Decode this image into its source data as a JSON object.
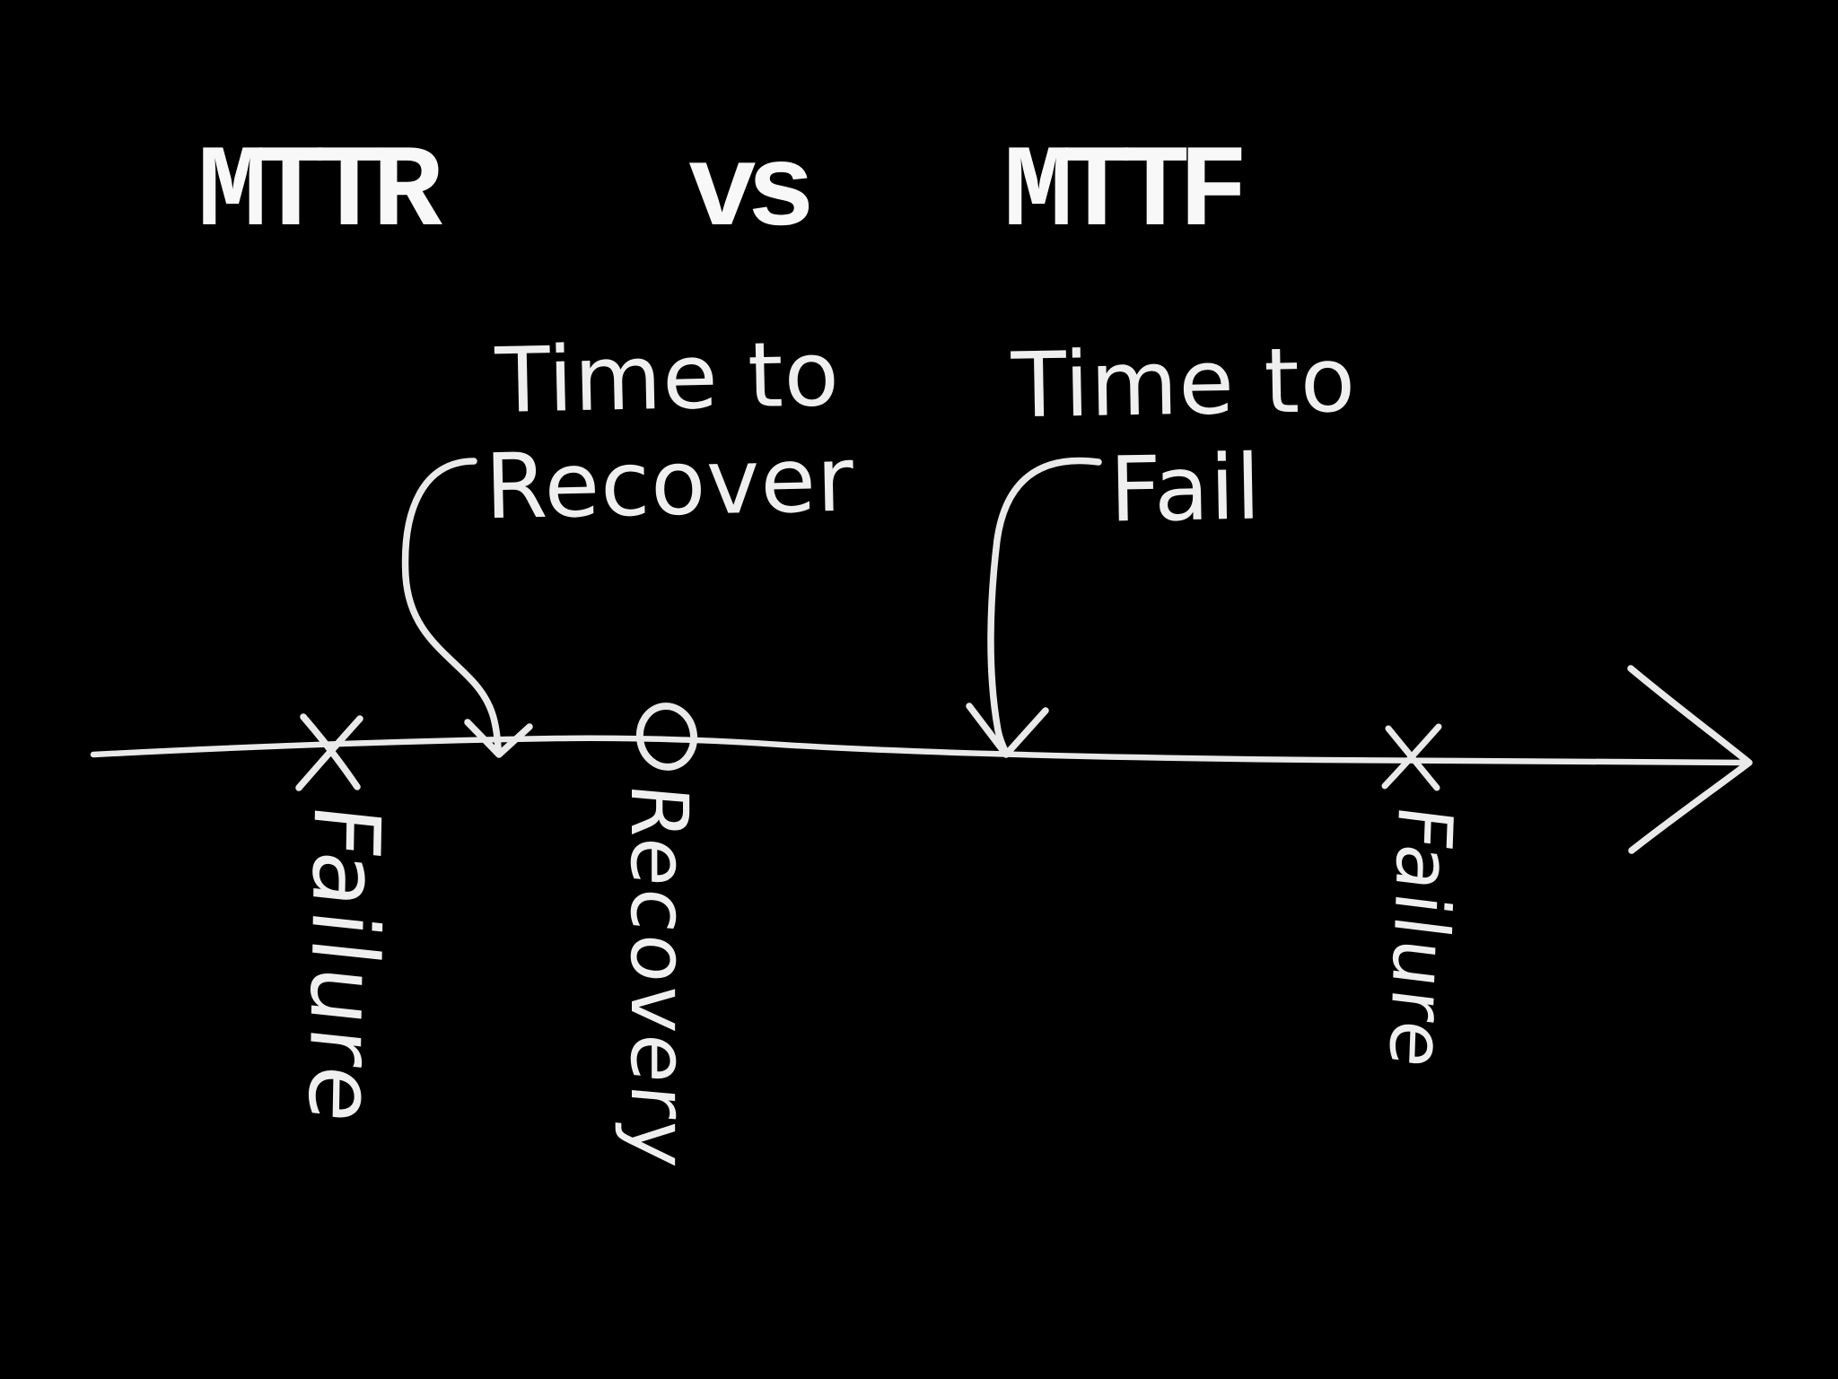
{
  "meta": {
    "background_color": "#000000",
    "ink_color": "#e9e9e9",
    "title_color": "#f8f8f8"
  },
  "title": {
    "left": "MTTR",
    "middle": "vs",
    "right": "MTTF"
  },
  "annotations": {
    "recover": {
      "line1": "Time to",
      "line2": "Recover"
    },
    "fail": {
      "line1": "Time to",
      "line2": "Fail"
    }
  },
  "timeline": {
    "events": [
      {
        "marker": "x",
        "label": "Failure"
      },
      {
        "marker": "o",
        "label": "Recovery"
      },
      {
        "marker": "x",
        "label": "Failure"
      }
    ]
  }
}
